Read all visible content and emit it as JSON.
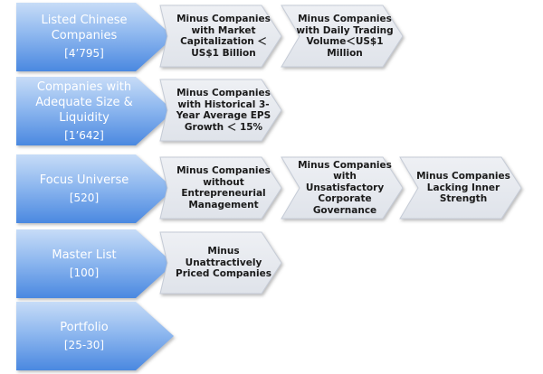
{
  "stages": [
    {
      "title": "Listed Chinese Companies",
      "count": "[4’795]",
      "filters": [
        "Minus Companies with Market Capitalization ＜US$1 Billion",
        "Minus Companies with Daily Trading Volume＜US$1 Million"
      ]
    },
    {
      "title": "Companies with Adequate Size & Liquidity",
      "count": "[1’642]",
      "filters": [
        "Minus Companies with Historical 3-Year Average EPS Growth ＜ 15%"
      ]
    },
    {
      "title": "Focus Universe",
      "count": "[520]",
      "filters": [
        "Minus Companies without Entrepreneurial Management",
        "Minus Companies with Unsatisfactory Corporate Governance",
        "Minus Companies Lacking Inner Strength"
      ]
    },
    {
      "title": "Master List",
      "count": "[100]",
      "filters": [
        "Minus Unattractively Priced Companies"
      ]
    },
    {
      "title": "Portfolio",
      "count": "[25-30]",
      "filters": []
    }
  ],
  "colors": {
    "stage_top": "#c7dcf7",
    "stage_bottom": "#4a88e0",
    "filter_fill": "#dfe3ea",
    "filter_edge": "#c5cbd6"
  }
}
